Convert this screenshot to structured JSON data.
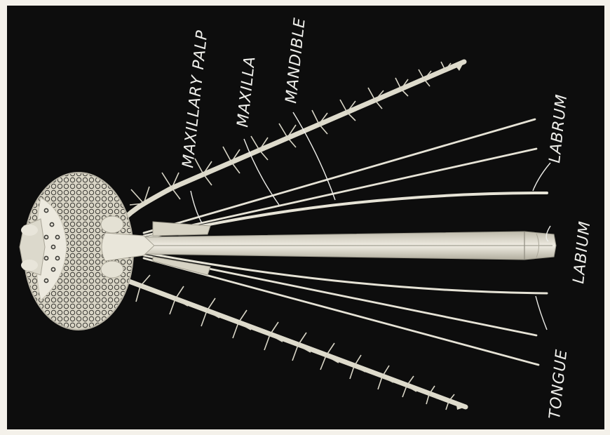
{
  "labels": {
    "maxillary_palp": "MAXILLARY PALP",
    "maxilla": "MAXILLA",
    "mandible": "MANDIBLE",
    "labrum": "LABRUM",
    "labium": "LABIUM",
    "tongue": "TONGUE"
  },
  "colors": {
    "paper": "#f4f1ea",
    "background": "#0d0d0d",
    "structure": "#e6e3d6",
    "label": "#eeeeea"
  }
}
